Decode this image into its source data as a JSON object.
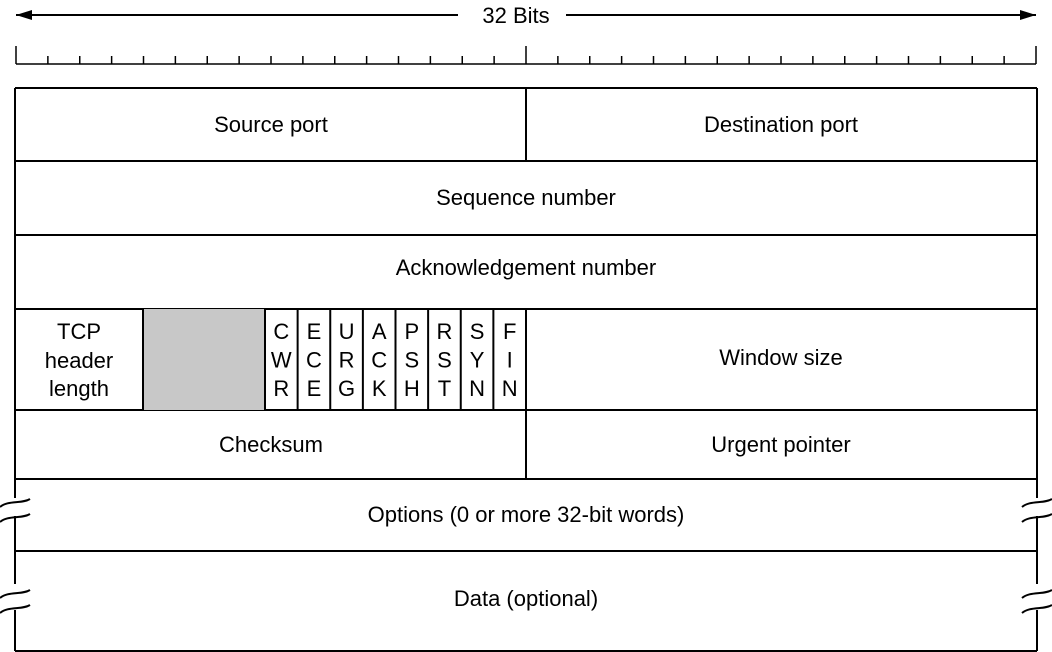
{
  "header": {
    "width_label": "32 Bits"
  },
  "rows": {
    "row1": {
      "source_port": "Source port",
      "destination_port": "Destination port"
    },
    "row2": {
      "sequence_number": "Sequence number"
    },
    "row3": {
      "acknowledgement_number": "Acknowledgement number"
    },
    "row4": {
      "tcp_header_length": [
        "TCP",
        "header",
        "length"
      ],
      "reserved_fill_color": "#c8c8c8",
      "flags": [
        {
          "name": "CWR",
          "letters": [
            "C",
            "W",
            "R"
          ]
        },
        {
          "name": "ECE",
          "letters": [
            "E",
            "C",
            "E"
          ]
        },
        {
          "name": "URG",
          "letters": [
            "U",
            "R",
            "G"
          ]
        },
        {
          "name": "ACK",
          "letters": [
            "A",
            "C",
            "K"
          ]
        },
        {
          "name": "PSH",
          "letters": [
            "P",
            "S",
            "H"
          ]
        },
        {
          "name": "RST",
          "letters": [
            "R",
            "S",
            "T"
          ]
        },
        {
          "name": "SYN",
          "letters": [
            "S",
            "Y",
            "N"
          ]
        },
        {
          "name": "FIN",
          "letters": [
            "F",
            "I",
            "N"
          ]
        }
      ],
      "window_size": "Window size"
    },
    "row5": {
      "checksum": "Checksum",
      "urgent_pointer": "Urgent pointer"
    },
    "row6": {
      "options": "Options (0 or more 32-bit words)"
    },
    "row7": {
      "data": "Data (optional)"
    }
  }
}
